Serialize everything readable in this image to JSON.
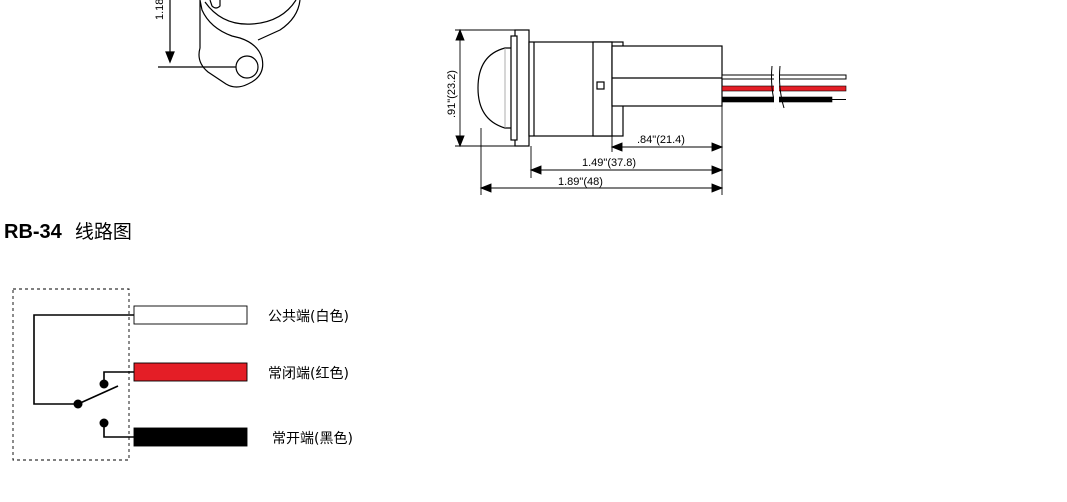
{
  "top_left_drawing": {
    "dimension_label": "1.18"
  },
  "side_view": {
    "height_label": ".91\"(23.2)",
    "dim_wire_label": ".84\"(21.4)",
    "dim_body_label": "1.49\"(37.8)",
    "dim_overall_label": "1.89\"(48)",
    "wire_colors": [
      "#ffffff",
      "#e41e26",
      "#000000"
    ]
  },
  "wiring": {
    "title_model": "RB-34",
    "title_text": "线路图",
    "wires": [
      {
        "label": "公共端(白色)",
        "color": "#ffffff"
      },
      {
        "label": "常闭端(红色)",
        "color": "#e41e26"
      },
      {
        "label": "常开端(黑色)",
        "color": "#000000"
      }
    ]
  }
}
